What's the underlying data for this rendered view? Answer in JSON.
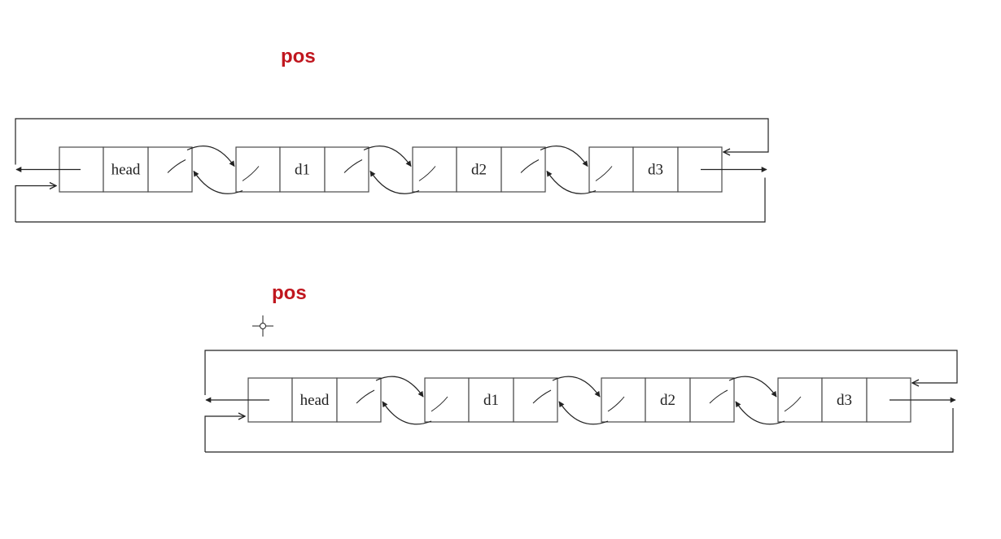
{
  "diagrams": [
    {
      "pos_label": "pos",
      "nodes": [
        {
          "label": "head"
        },
        {
          "label": "d1"
        },
        {
          "label": "d2"
        },
        {
          "label": "d3"
        }
      ]
    },
    {
      "pos_label": "pos",
      "nodes": [
        {
          "label": "head"
        },
        {
          "label": "d1"
        },
        {
          "label": "d2"
        },
        {
          "label": "d3"
        }
      ]
    }
  ],
  "colors": {
    "pos": "#c0161e",
    "line": "#222222",
    "box": "#4a4a4a"
  },
  "icons": {
    "cursor": "crosshair-cursor-icon"
  }
}
